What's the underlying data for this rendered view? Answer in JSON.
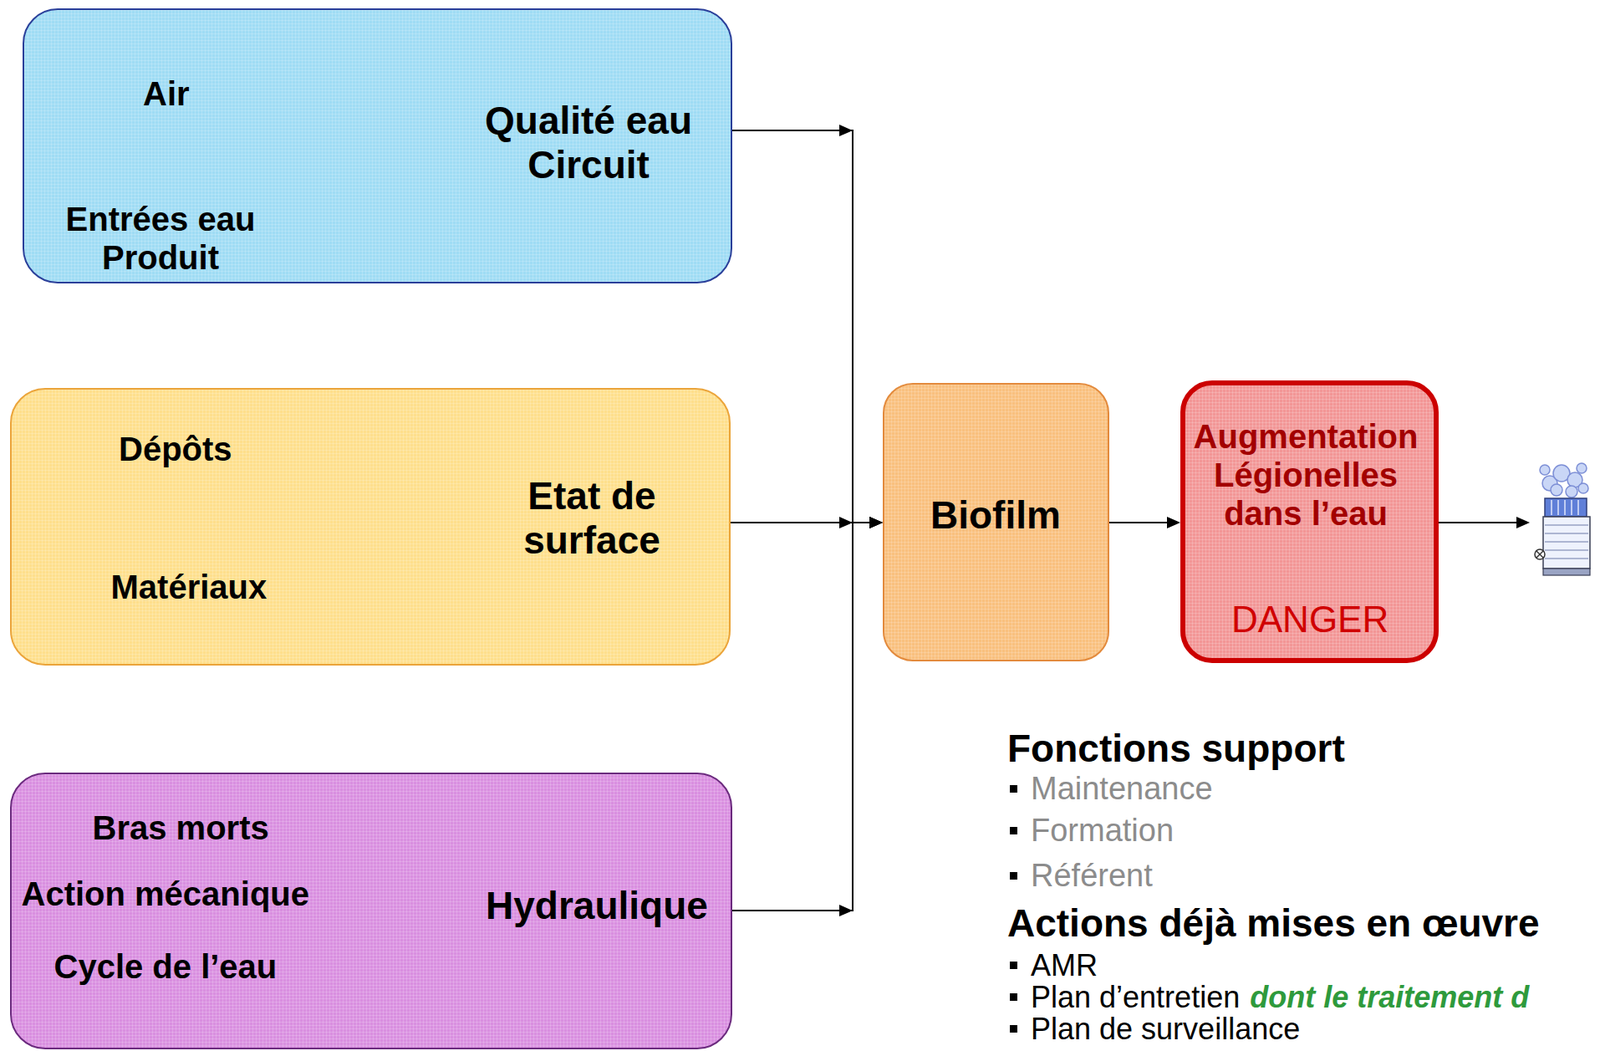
{
  "diagram": {
    "nodes": [
      {
        "text": [
          "Air",
          "Entrées eau Produit",
          "Qualité eau Circuit"
        ]
      },
      {
        "text": [
          "Dépôts",
          "Matériaux",
          "Etat de surface"
        ]
      },
      {
        "text": [
          "Bras morts",
          "Action mécanique",
          "Cycle de l’eau",
          "Hydraulique"
        ]
      },
      {
        "text": [
          "Biofilm"
        ]
      },
      {
        "text": [
          "Augmentation Légionelles dans l’eau",
          "DANGER"
        ]
      }
    ],
    "edges": [
      {
        "from": 0,
        "to": 3,
        "arrow": "to"
      },
      {
        "from": 1,
        "to": 3,
        "arrow": "to"
      },
      {
        "from": 2,
        "to": 3,
        "arrow": "to"
      },
      {
        "from": 3,
        "to": 4,
        "arrow": "to"
      }
    ],
    "labels": [
      "Fonctions support",
      "Maintenance",
      "Formation",
      "Référent",
      "Actions déjà mises en œuvre",
      "AMR",
      "Plan d’entretien",
      "dont le traitement d",
      "Plan de surveillance"
    ]
  }
}
